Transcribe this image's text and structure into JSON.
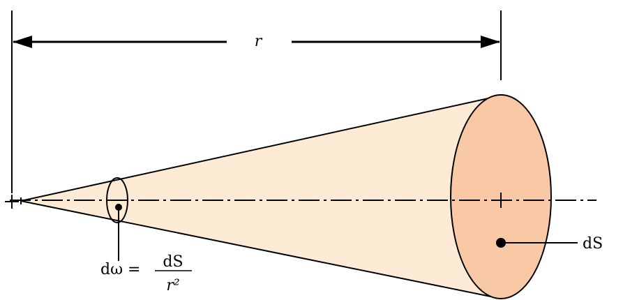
{
  "labels": {
    "distance": "r",
    "surface": "dS",
    "solid_angle_lhs": "dω =",
    "solid_angle_num": "dS",
    "solid_angle_den": "r²"
  },
  "colors": {
    "cone_fill": "#fdebd6",
    "disk_fill": "#f9c9a6",
    "stroke": "#000000"
  }
}
